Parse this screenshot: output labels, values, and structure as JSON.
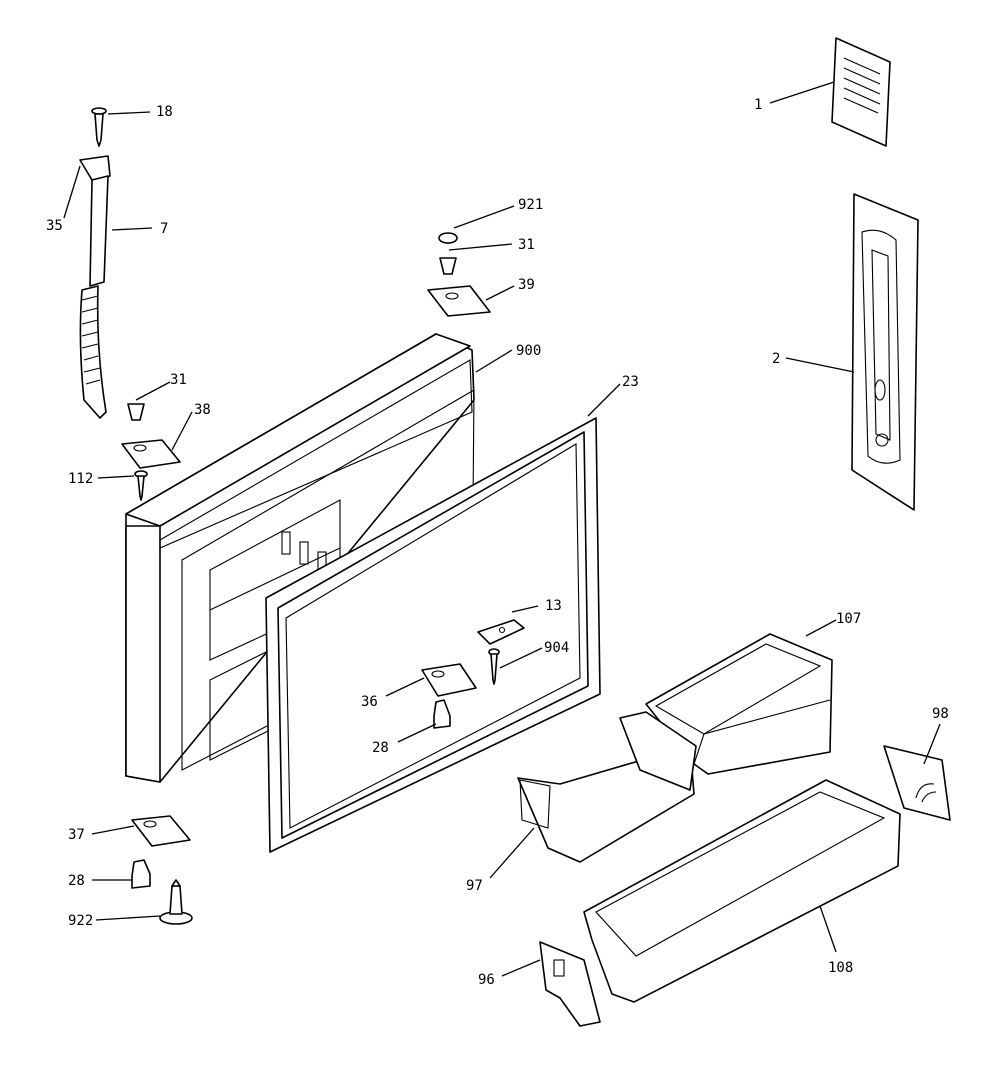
{
  "callouts": [
    {
      "key": "c1",
      "text": "1"
    },
    {
      "key": "c2",
      "text": "2"
    },
    {
      "key": "c7",
      "text": "7"
    },
    {
      "key": "c13",
      "text": "13"
    },
    {
      "key": "c18",
      "text": "18"
    },
    {
      "key": "c23",
      "text": "23"
    },
    {
      "key": "c28a",
      "text": "28"
    },
    {
      "key": "c28b",
      "text": "28"
    },
    {
      "key": "c31a",
      "text": "31"
    },
    {
      "key": "c31b",
      "text": "31"
    },
    {
      "key": "c35",
      "text": "35"
    },
    {
      "key": "c36",
      "text": "36"
    },
    {
      "key": "c37",
      "text": "37"
    },
    {
      "key": "c38",
      "text": "38"
    },
    {
      "key": "c39",
      "text": "39"
    },
    {
      "key": "c96",
      "text": "96"
    },
    {
      "key": "c97",
      "text": "97"
    },
    {
      "key": "c98",
      "text": "98"
    },
    {
      "key": "c107",
      "text": "107"
    },
    {
      "key": "c108",
      "text": "108"
    },
    {
      "key": "c112",
      "text": "112"
    },
    {
      "key": "c900",
      "text": "900"
    },
    {
      "key": "c904",
      "text": "904"
    },
    {
      "key": "c921",
      "text": "921"
    },
    {
      "key": "c922",
      "text": "922"
    }
  ]
}
